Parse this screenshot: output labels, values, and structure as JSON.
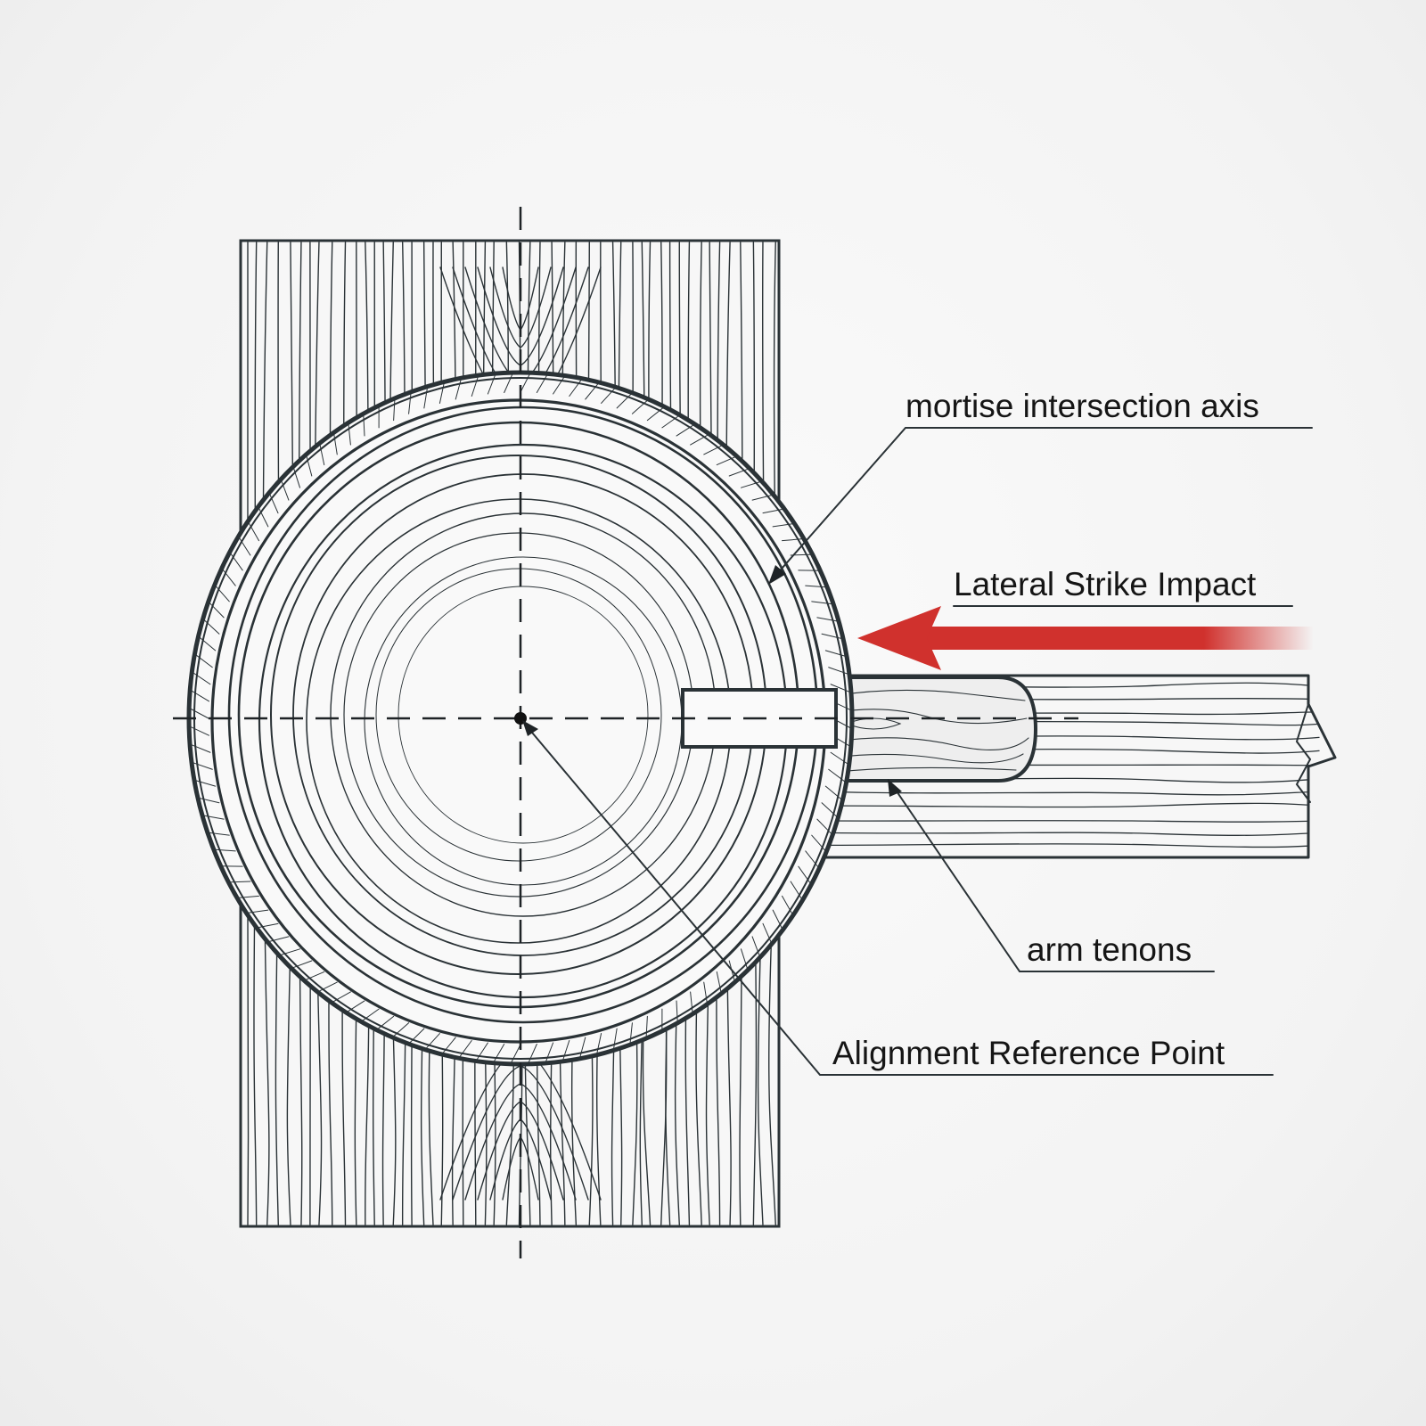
{
  "labels": {
    "mortise_axis": "mortise intersection axis",
    "lateral_strike": "Lateral Strike Impact",
    "arm_tenons": "arm tenons",
    "alignment_point": "Alignment Reference Point"
  },
  "colors": {
    "ink": "#2a3236",
    "strike_arrow": "#d0312d",
    "paper": "#f4f4f4"
  }
}
